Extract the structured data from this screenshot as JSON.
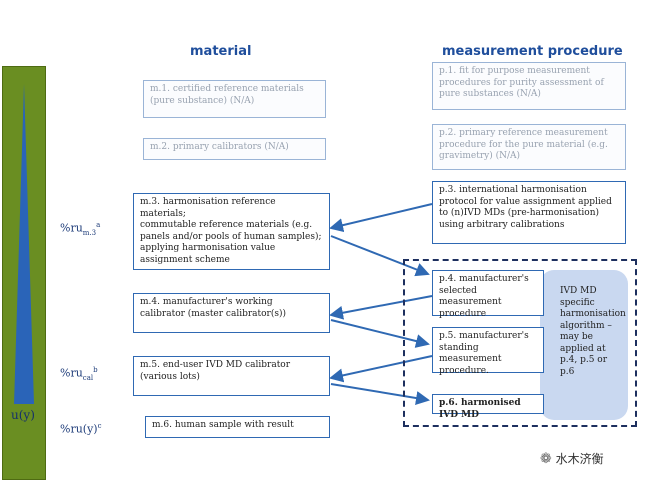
{
  "headers": {
    "material": "material",
    "procedure": "measurement procedure"
  },
  "boxes": {
    "m1": [
      "m.1. certified reference materials",
      "(pure substance)  (N/A)"
    ],
    "m2": [
      "m.2. primary calibrators (N/A)"
    ],
    "m3": [
      "m.3. harmonisation reference materials;",
      "commutable reference materials (e.g.",
      "panels and/or pools of human samples);",
      "applying harmonisation value",
      "assignment scheme"
    ],
    "m4": [
      "m.4. manufacturer's working",
      "calibrator (master calibrator(s))"
    ],
    "m5": [
      "m.5. end-user IVD MD calibrator",
      "(various lots)"
    ],
    "m6": [
      "m.6. human sample with result"
    ],
    "p1": [
      "p.1. fit for purpose measurement",
      "procedures for purity assessment of",
      "pure substances (N/A)"
    ],
    "p2": [
      "p.2. primary reference measurement",
      "procedure for the pure material (e.g.",
      "gravimetry) (N/A)"
    ],
    "p3": [
      "p.3. international harmonisation",
      "protocol for value assignment applied",
      "to (n)IVD MDs (pre-harmonisation)",
      "using arbitrary calibrations"
    ],
    "p4": [
      "p.4. manufacturer's",
      "selected measurement",
      "procedure"
    ],
    "p5": [
      "p.5. manufacturer's",
      "standing measurement",
      "procedure."
    ],
    "p6": [
      "p.6. harmonised IVD MD"
    ]
  },
  "algorithm": [
    "IVD MD",
    "specific",
    "harmonisation",
    "algorithm –",
    "may be",
    "applied at",
    "p.4, p.5 or p.6"
  ],
  "uncertainty": {
    "u1": {
      "base": "%ru",
      "sub": "m.3",
      "sup": "a"
    },
    "u2": {
      "base": "%ru",
      "sub": "cal",
      "sup": "b"
    },
    "u3": {
      "base": "%ru(y)",
      "sub": "",
      "sup": "c"
    }
  },
  "bar_label": "u(y)",
  "watermark": "水木济衡",
  "colors": {
    "box_border": "#2f69b3",
    "arrow": "#2f69b3",
    "header": "#1f4e9c",
    "bar": "#6a8e22",
    "triangle": "#2a64b8",
    "algo_fill": "#c9d8f0"
  }
}
